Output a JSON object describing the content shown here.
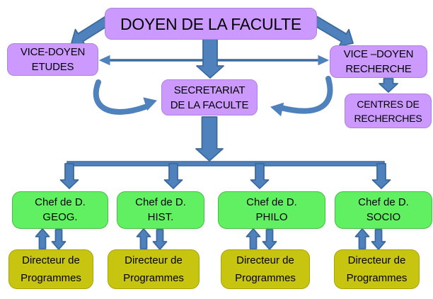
{
  "palette": {
    "node_fill_purple": "#cc99ff",
    "node_edge_purple": "#b183d8",
    "node_fill_green": "#61f061",
    "node_edge_green": "#47bd47",
    "node_fill_yellow": "#c8c511",
    "node_edge_yellow": "#a8a309",
    "arrow_fill_blue": "#4f81bd",
    "arrow_edge_blue": "#3c6a9e",
    "background": "#ffffff",
    "text": "#000000"
  },
  "diagram": {
    "nodes": {
      "doyen": {
        "label_lines": [
          "DOYEN DE LA FACULTE"
        ]
      },
      "vice_doyen_etudes": {
        "label_lines": [
          "VICE-DOYEN",
          "ETUDES"
        ]
      },
      "vice_doyen_recherche": {
        "label_lines": [
          "VICE –DOYEN",
          "RECHERCHE"
        ]
      },
      "secretariat": {
        "label_lines": [
          "SECRETARIAT",
          "DE LA FACULTE"
        ]
      },
      "centres_recherches": {
        "label_lines": [
          "CENTRES DE",
          "RECHERCHES"
        ]
      },
      "chef_geog": {
        "label_lines": [
          "Chef de  D.",
          "GEOG."
        ]
      },
      "chef_hist": {
        "label_lines": [
          "Chef de D.",
          "HIST."
        ]
      },
      "chef_philo": {
        "label_lines": [
          "Chef de D.",
          "PHILO"
        ]
      },
      "chef_socio": {
        "label_lines": [
          "Chef de D.",
          "SOCIO"
        ]
      },
      "directeur_geog": {
        "label_lines": [
          "Directeur de",
          "Programmes"
        ]
      },
      "directeur_hist": {
        "label_lines": [
          "Directeur de",
          "Programmes"
        ]
      },
      "directeur_philo": {
        "label_lines": [
          "Directeur de",
          "Programmes"
        ]
      },
      "directeur_socio": {
        "label_lines": [
          "Directeur de",
          "Programmes"
        ]
      }
    },
    "connections": [
      {
        "from": "doyen",
        "to": "vice_doyen_etudes",
        "type": "block-arrow"
      },
      {
        "from": "doyen",
        "to": "vice_doyen_recherche",
        "type": "block-arrow"
      },
      {
        "from": "doyen",
        "to": "secretariat",
        "type": "block-arrow"
      },
      {
        "from": "vice_doyen_etudes",
        "to": "vice_doyen_recherche",
        "type": "double-headed-line"
      },
      {
        "from": "vice_doyen_etudes",
        "to": "secretariat",
        "type": "curved-arrow"
      },
      {
        "from": "vice_doyen_recherche",
        "to": "secretariat",
        "type": "curved-arrow"
      },
      {
        "from": "vice_doyen_recherche",
        "to": "centres_recherches",
        "type": "block-arrow"
      },
      {
        "from": "secretariat",
        "to": "chef_geog",
        "type": "branch-block-arrow"
      },
      {
        "from": "secretariat",
        "to": "chef_hist",
        "type": "branch-block-arrow"
      },
      {
        "from": "secretariat",
        "to": "chef_philo",
        "type": "branch-block-arrow"
      },
      {
        "from": "secretariat",
        "to": "chef_socio",
        "type": "branch-block-arrow"
      },
      {
        "from": "chef_geog",
        "to": "directeur_geog",
        "type": "two-way-block-arrows"
      },
      {
        "from": "chef_hist",
        "to": "directeur_hist",
        "type": "two-way-block-arrows"
      },
      {
        "from": "chef_philo",
        "to": "directeur_philo",
        "type": "two-way-block-arrows"
      },
      {
        "from": "chef_socio",
        "to": "directeur_socio",
        "type": "two-way-block-arrows"
      }
    ]
  }
}
